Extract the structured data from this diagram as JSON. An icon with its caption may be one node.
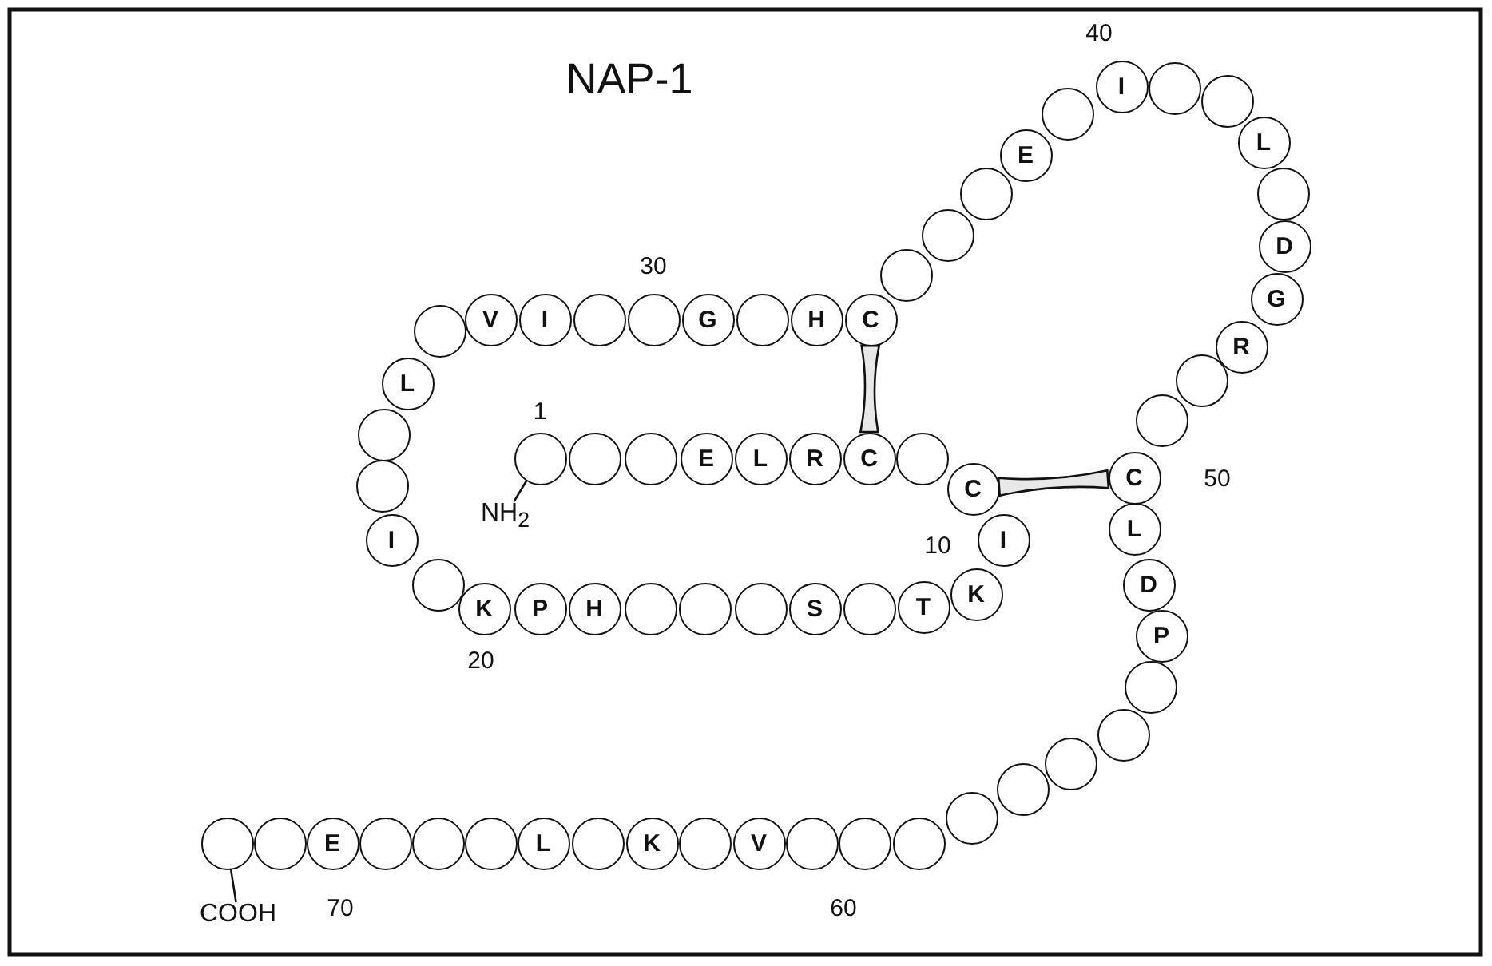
{
  "diagram": {
    "title": "NAP-1",
    "nodes": [
      {
        "text": [],
        "shape": "circle"
      },
      {
        "text": [],
        "shape": "circle"
      },
      {
        "text": [],
        "shape": "circle"
      },
      {
        "text": [
          "E"
        ]
      },
      {
        "text": [
          "L"
        ]
      },
      {
        "text": [
          "R"
        ]
      },
      {
        "text": [
          "C"
        ]
      },
      {
        "text": [],
        "shape": "circle"
      },
      {
        "text": [
          "C"
        ]
      },
      {
        "text": [
          "I"
        ]
      },
      {
        "text": [
          "K"
        ]
      },
      {
        "text": [
          "T"
        ]
      },
      {
        "text": [],
        "shape": "circle"
      },
      {
        "text": [
          "S"
        ]
      },
      {
        "text": [],
        "shape": "circle"
      },
      {
        "text": [],
        "shape": "circle"
      },
      {
        "text": [],
        "shape": "circle"
      },
      {
        "text": [
          "H"
        ]
      },
      {
        "text": [
          "P"
        ]
      },
      {
        "text": [
          "K"
        ]
      },
      {
        "text": [],
        "shape": "circle"
      },
      {
        "text": [
          "I"
        ]
      },
      {
        "text": [],
        "shape": "circle"
      },
      {
        "text": [],
        "shape": "circle"
      },
      {
        "text": [
          "L"
        ]
      },
      {
        "text": [],
        "shape": "circle"
      },
      {
        "text": [
          "V"
        ]
      },
      {
        "text": [
          "I"
        ]
      },
      {
        "text": [],
        "shape": "circle"
      },
      {
        "text": [],
        "shape": "circle"
      },
      {
        "text": [
          "G"
        ]
      },
      {
        "text": [],
        "shape": "circle"
      },
      {
        "text": [
          "H"
        ]
      },
      {
        "text": [
          "C"
        ]
      },
      {
        "text": [],
        "shape": "circle"
      },
      {
        "text": [],
        "shape": "circle"
      },
      {
        "text": [],
        "shape": "circle"
      },
      {
        "text": [
          "E"
        ]
      },
      {
        "text": [],
        "shape": "circle"
      },
      {
        "text": [
          "I"
        ]
      },
      {
        "text": [],
        "shape": "circle"
      },
      {
        "text": [],
        "shape": "circle"
      },
      {
        "text": [
          "L"
        ]
      },
      {
        "text": [],
        "shape": "circle"
      },
      {
        "text": [
          "D"
        ]
      },
      {
        "text": [
          "G"
        ]
      },
      {
        "text": [
          "R"
        ]
      },
      {
        "text": [],
        "shape": "circle"
      },
      {
        "text": [],
        "shape": "circle"
      },
      {
        "text": [
          "C"
        ]
      },
      {
        "text": [
          "L"
        ]
      },
      {
        "text": [
          "D"
        ]
      },
      {
        "text": [
          "P"
        ]
      },
      {
        "text": [],
        "shape": "circle"
      },
      {
        "text": [],
        "shape": "circle"
      },
      {
        "text": [],
        "shape": "circle"
      },
      {
        "text": [],
        "shape": "circle"
      },
      {
        "text": [],
        "shape": "circle"
      },
      {
        "text": [],
        "shape": "circle"
      },
      {
        "text": [],
        "shape": "circle"
      },
      {
        "text": [],
        "shape": "circle"
      },
      {
        "text": [
          "V"
        ]
      },
      {
        "text": [],
        "shape": "circle"
      },
      {
        "text": [
          "K"
        ]
      },
      {
        "text": [],
        "shape": "circle"
      },
      {
        "text": [
          "L"
        ]
      },
      {
        "text": [],
        "shape": "circle"
      },
      {
        "text": [],
        "shape": "circle"
      },
      {
        "text": [],
        "shape": "circle"
      },
      {
        "text": [
          "E"
        ]
      },
      {
        "text": [],
        "shape": "circle"
      },
      {
        "text": [],
        "shape": "circle"
      },
      {
        "text": [
          "NH$_{2}$"
        ]
      },
      {
        "text": [
          "COOH"
        ]
      }
    ],
    "edges": [
      {
        "from": 72,
        "to": 0,
        "arrow": "none"
      },
      {
        "from": 6,
        "to": 33,
        "arrow": "none",
        "style": "thick"
      },
      {
        "from": 8,
        "to": 49,
        "arrow": "none",
        "style": "thick"
      },
      {
        "from": 73,
        "to": 71,
        "arrow": "none"
      }
    ],
    "labels": [
      "40",
      "30",
      "1",
      "50",
      "10",
      "20",
      "70",
      "60"
    ]
  }
}
